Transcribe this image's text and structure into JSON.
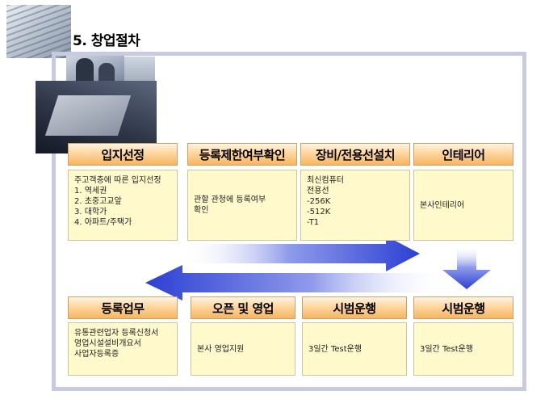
{
  "title": "5. 창업절차",
  "top_row": [
    {
      "head": "입지선정",
      "lines": [
        "주고객층에 따른 입지선정",
        "1. 역세권",
        "2. 초중고교앞",
        "3. 대학가",
        "4. 아파트/주택가"
      ]
    },
    {
      "head": "등록제한여부확인",
      "lines": [
        "관할 관청에 등록여부",
        "확인"
      ]
    },
    {
      "head": "장비/전용선설치",
      "lines": [
        "최신컴퓨터",
        "전용선",
        "-256K",
        "-512K",
        "-T1"
      ]
    },
    {
      "head": "인테리어",
      "lines": [
        "본사인테리어"
      ]
    }
  ],
  "bottom_row": [
    {
      "head": "등록업무",
      "lines": [
        "유통관련업자 등록신청서",
        "영업시설설비개요서",
        "사업자등록증"
      ]
    },
    {
      "head": "오픈 및 영업",
      "lines": [
        "본사 영업지원"
      ]
    },
    {
      "head": "시범운행",
      "lines": [
        "3일간 Test운행"
      ]
    },
    {
      "head": "시범운행",
      "lines": [
        "3일간 Test운행"
      ]
    }
  ],
  "colors": {
    "frame": "#c8cbe0",
    "header_orange": "#f7b560",
    "box_yellow": "#fff9cc",
    "arrow_blue": "#3346d6"
  }
}
